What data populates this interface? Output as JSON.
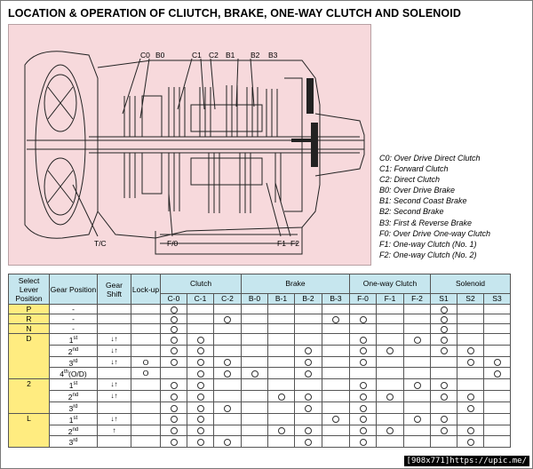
{
  "title": "LOCATION & OPERATION OF CLIUTCH, BRAKE, ONE-WAY CLUTCH AND SOLENOID",
  "diagram_labels": {
    "c0": "C0",
    "b0": "B0",
    "c1": "C1",
    "c2": "C2",
    "b1": "B1",
    "b2": "B2",
    "b3": "B3",
    "tc": "T/C",
    "f0": "F/0",
    "f1": "F1",
    "f2": "F2"
  },
  "legend": [
    "C0: Over Drive Direct Clutch",
    "C1: Forward Clutch",
    "C2: Direct Clutch",
    "B0: Over Drive Brake",
    "B1: Second Coast Brake",
    "B2: Second Brake",
    "B3: First & Reverse Brake",
    "F0: Over Drive One-way Clutch",
    "F1: One-way Clutch (No. 1)",
    "F2: One-way Clutch (No. 2)"
  ],
  "table": {
    "headers": {
      "select": "Select Lever Position",
      "gear": "Gear Position",
      "shift": "Gear Shift",
      "lockup": "Lock-up",
      "clutch": "Clutch",
      "brake": "Brake",
      "oneway": "One-way Clutch",
      "solenoid": "Solenoid"
    },
    "subheaders": [
      "C-0",
      "C-1",
      "C-2",
      "B-0",
      "B-1",
      "B-2",
      "B-3",
      "F-0",
      "F-1",
      "F-2",
      "S1",
      "S2",
      "S3"
    ],
    "rows": [
      {
        "sel": "P",
        "gear": "-",
        "shift": "",
        "lock": "",
        "marks": [
          1,
          0,
          0,
          0,
          0,
          0,
          0,
          0,
          0,
          0,
          1,
          0,
          0
        ]
      },
      {
        "sel": "R",
        "gear": "-",
        "shift": "",
        "lock": "",
        "marks": [
          1,
          0,
          1,
          0,
          0,
          0,
          1,
          1,
          0,
          0,
          1,
          0,
          0
        ]
      },
      {
        "sel": "N",
        "gear": "-",
        "shift": "",
        "lock": "",
        "marks": [
          1,
          0,
          0,
          0,
          0,
          0,
          0,
          0,
          0,
          0,
          1,
          0,
          0
        ]
      },
      {
        "sel": "D",
        "gear": "1",
        "sup": "st",
        "shift": "↓↑",
        "lock": "",
        "marks": [
          1,
          1,
          0,
          0,
          0,
          0,
          0,
          1,
          0,
          1,
          1,
          0,
          0
        ]
      },
      {
        "sel": "",
        "gear": "2",
        "sup": "nd",
        "shift": "↓↑",
        "lock": "",
        "marks": [
          1,
          1,
          0,
          0,
          0,
          1,
          0,
          1,
          1,
          0,
          1,
          1,
          0
        ]
      },
      {
        "sel": "",
        "gear": "3",
        "sup": "rd",
        "shift": "↓↑",
        "lock": "O",
        "marks": [
          1,
          1,
          1,
          0,
          0,
          1,
          0,
          1,
          0,
          0,
          0,
          1,
          1
        ]
      },
      {
        "sel": "",
        "gear": "4",
        "sup": "th",
        "gear_suffix": "(O/D)",
        "shift": "",
        "lock": "O",
        "marks": [
          0,
          1,
          1,
          1,
          0,
          1,
          0,
          0,
          0,
          0,
          0,
          0,
          1
        ]
      },
      {
        "sel": "2",
        "gear": "1",
        "sup": "st",
        "shift": "↓↑",
        "lock": "",
        "marks": [
          1,
          1,
          0,
          0,
          0,
          0,
          0,
          1,
          0,
          1,
          1,
          0,
          0
        ]
      },
      {
        "sel": "",
        "gear": "2",
        "sup": "nd",
        "shift": "↓↑",
        "lock": "",
        "marks": [
          1,
          1,
          0,
          0,
          1,
          1,
          0,
          1,
          1,
          0,
          1,
          1,
          0
        ]
      },
      {
        "sel": "",
        "gear": "3",
        "sup": "rd",
        "shift": "",
        "lock": "",
        "marks": [
          1,
          1,
          1,
          0,
          0,
          1,
          0,
          1,
          0,
          0,
          0,
          1,
          0
        ]
      },
      {
        "sel": "L",
        "gear": "1",
        "sup": "st",
        "shift": "↓↑",
        "lock": "",
        "marks": [
          1,
          1,
          0,
          0,
          0,
          0,
          1,
          1,
          0,
          1,
          1,
          0,
          0
        ]
      },
      {
        "sel": "",
        "gear": "2",
        "sup": "nd",
        "shift": "↑",
        "lock": "",
        "marks": [
          1,
          1,
          0,
          0,
          1,
          1,
          0,
          1,
          1,
          0,
          1,
          1,
          0
        ]
      },
      {
        "sel": "",
        "gear": "3",
        "sup": "rd",
        "shift": "",
        "lock": "",
        "marks": [
          1,
          1,
          1,
          0,
          0,
          1,
          0,
          1,
          0,
          0,
          0,
          1,
          0
        ]
      }
    ]
  },
  "watermark": "[908x771]https://upic.me/",
  "colors": {
    "diagram_bg": "#f7d9dc",
    "header_bg": "#c6e6ee",
    "select_bg": "#ffec80"
  }
}
